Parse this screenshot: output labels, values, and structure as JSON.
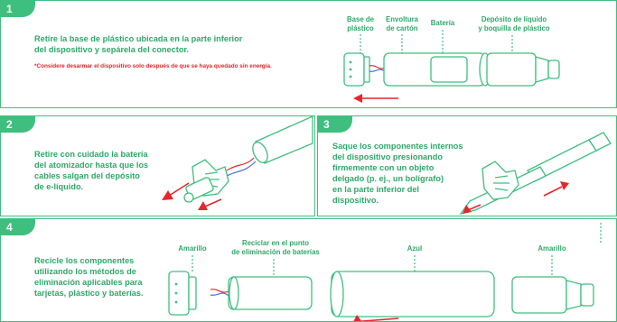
{
  "steps": [
    {
      "number": "1",
      "text_lines": [
        "Retire la base de plástico ubicada en la parte inferior",
        "del dispositivo y sepárela del conector."
      ],
      "warning": "*Considere desarmar el dispositivo solo después de que se haya quedado sin energía.",
      "labels": {
        "base": [
          "Base de",
          "plástico"
        ],
        "wrap": [
          "Envoltura",
          "de cartón"
        ],
        "battery": [
          "Batería"
        ],
        "tank": [
          "Depósito de líquido",
          "y boquilla de plástico"
        ]
      }
    },
    {
      "number": "2",
      "text_lines": [
        "Retire con cuidado la batería",
        "del atomizador hasta que los",
        "cables salgan del depósito",
        "de e-líquido."
      ]
    },
    {
      "number": "3",
      "text_lines": [
        "Saque los componentes internos",
        "del dispositivo presionando",
        "firmemente con un objeto",
        "delgado (p. ej., un bolígrafo)",
        "en la parte inferior del",
        "dispositivo."
      ]
    },
    {
      "number": "4",
      "text_lines": [
        "Recicle los componentes",
        "utilizando los métodos de",
        "eliminación aplicables para",
        "tarjetas, plástico y baterías."
      ],
      "labels": {
        "yellow1": [
          "Amarillo"
        ],
        "recycle": [
          "Reciclar en el punto",
          "de eliminación de baterías"
        ],
        "blue": [
          "Azul"
        ],
        "yellow2": [
          "Amarillo"
        ]
      }
    }
  ],
  "colors": {
    "accent": "#3fbf7f",
    "text": "#2fa86a",
    "warning": "#e5262b"
  }
}
